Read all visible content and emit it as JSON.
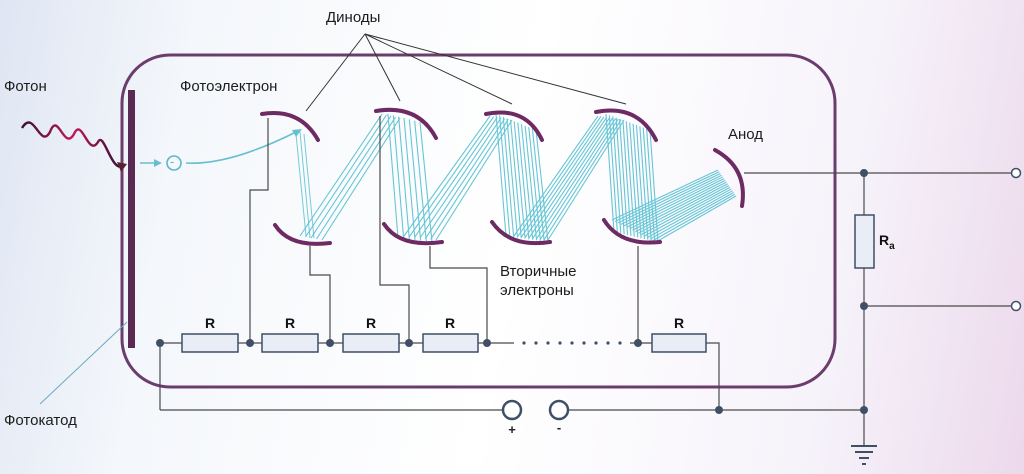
{
  "labels": {
    "photon": "Фотон",
    "photoelectron": "Фотоэлектрон",
    "dynodes": "Диноды",
    "anode": "Анод",
    "secondary_electrons_line1": "Вторичные",
    "secondary_electrons_line2": "электроны",
    "photocathode": "Фотокатод",
    "resistor": "R",
    "load_resistor_main": "R",
    "load_resistor_sub": "a",
    "electron_symbol": "-",
    "plus": "+",
    "minus": "-"
  },
  "colors": {
    "tube_outline": "#6b3d6e",
    "dynode": "#6e2a63",
    "beam": "#58c6d6",
    "wire": "#4a4a4a",
    "resistor_fill": "#e9eef6",
    "node": "#3e4f66",
    "photon": "#c2185b"
  }
}
